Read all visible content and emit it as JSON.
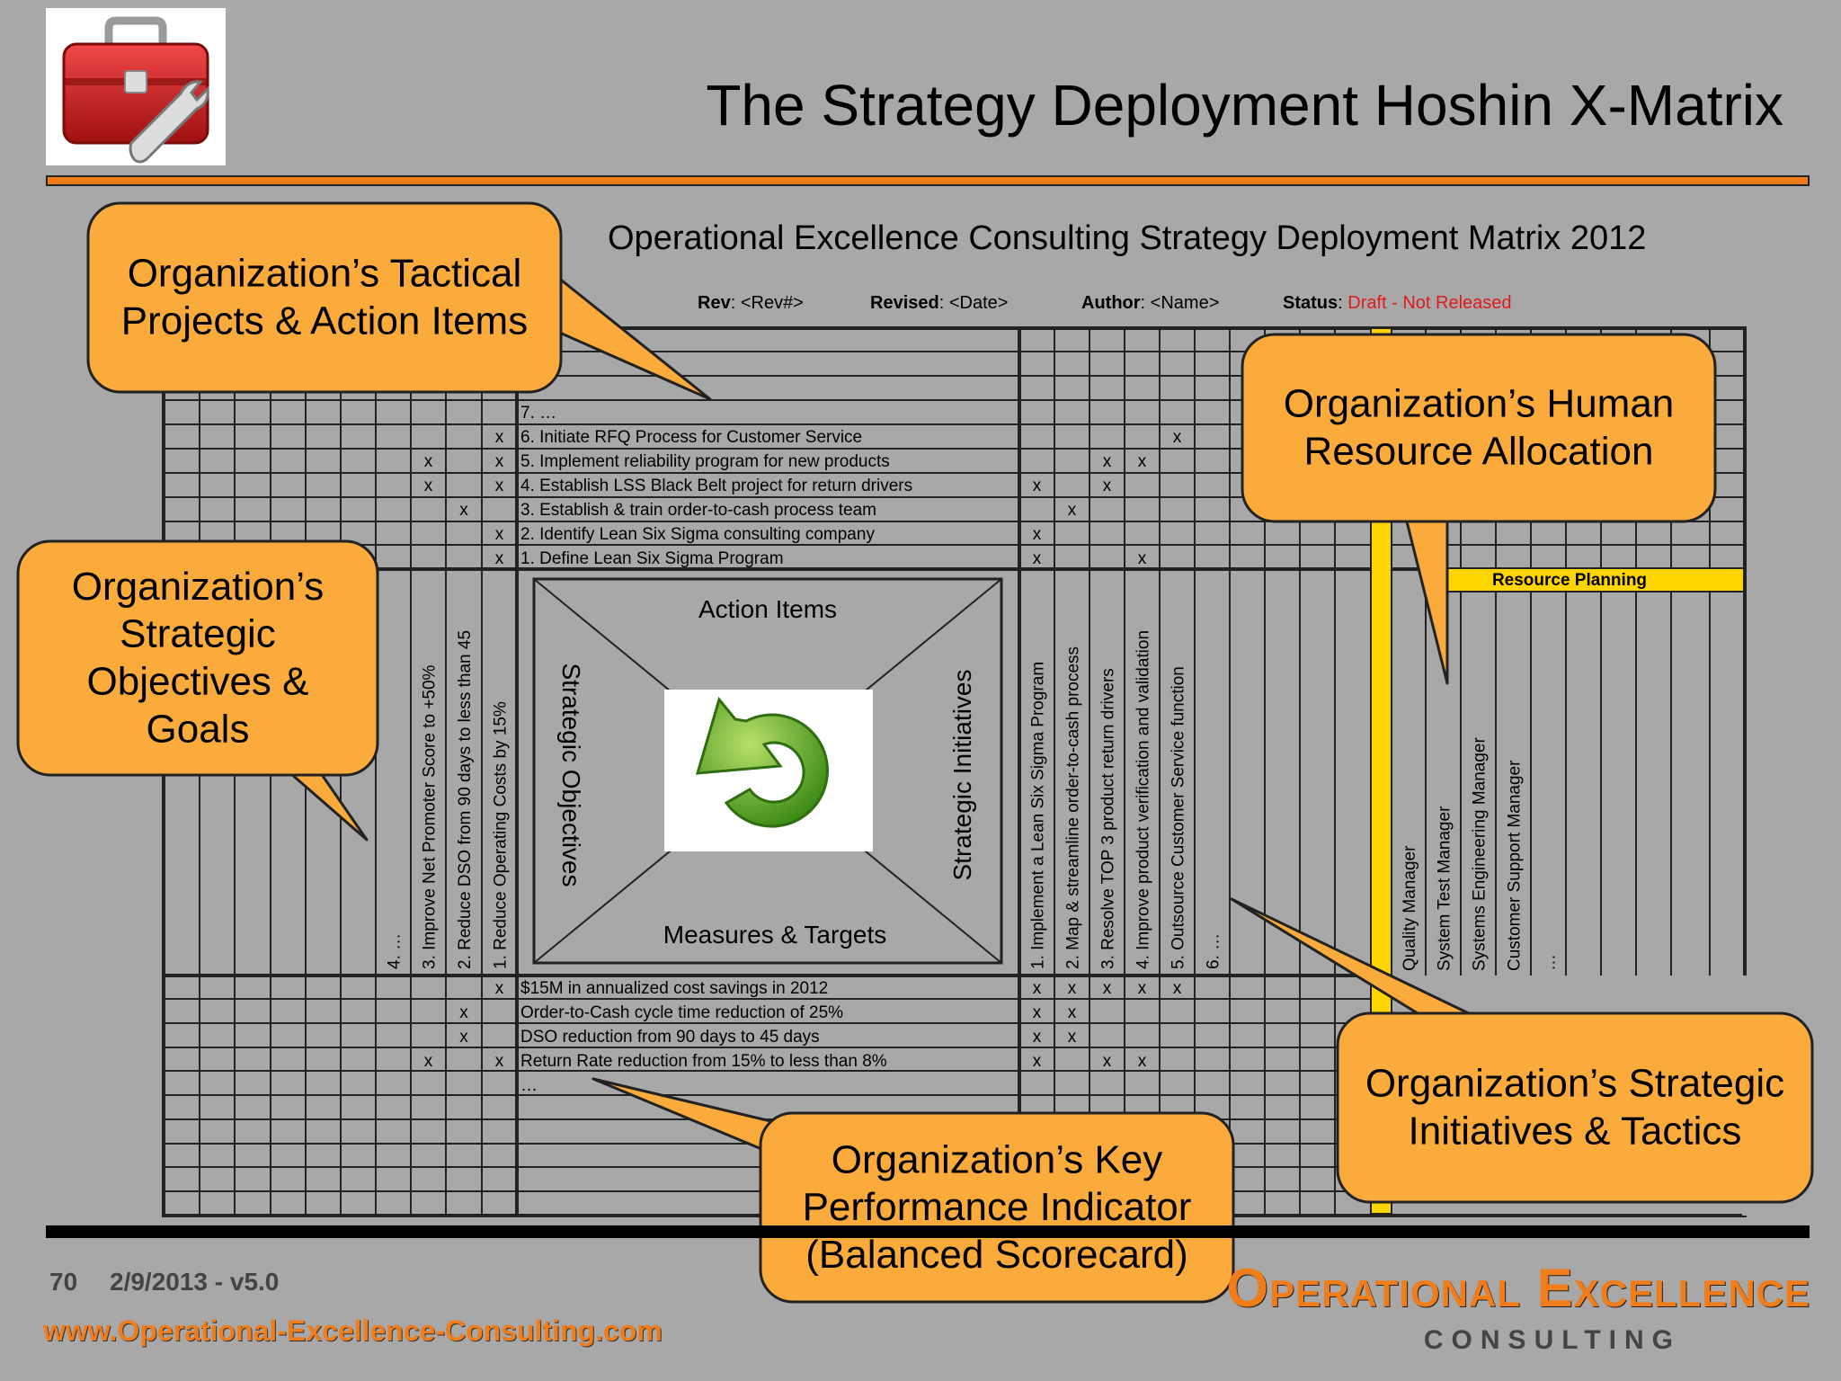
{
  "header": {
    "title": "The Strategy Deployment Hoshin X-Matrix",
    "logo_icon": "toolbox-icon"
  },
  "matrix": {
    "title": "Operational Excellence Consulting Strategy Deployment Matrix 2012",
    "meta": {
      "rev_label": "Rev",
      "rev_value": ": <Rev#>",
      "revised_label": "Revised",
      "revised_value": ": <Date>",
      "author_label": "Author",
      "author_value": ": <Name>",
      "status_label": "Status",
      "status_value": "Draft - Not Released",
      "status_color": "#e01b1b"
    },
    "action_items": [
      "7. …",
      "6. Initiate RFQ Process for Customer Service",
      "5. Implement reliability program for new products",
      "4. Establish LSS Black Belt project for return drivers",
      "3. Establish & train order-to-cash process team",
      "2. Identify Lean Six Sigma consulting company",
      "1. Define Lean Six Sigma Program"
    ],
    "action_marks_left": [
      [
        "",
        "",
        "",
        ""
      ],
      [
        "",
        "",
        "",
        "x"
      ],
      [
        "",
        "x",
        "",
        "x"
      ],
      [
        "",
        "x",
        "",
        "x"
      ],
      [
        "",
        "",
        "x",
        ""
      ],
      [
        "",
        "",
        "",
        "x"
      ],
      [
        "",
        "",
        "",
        "x"
      ]
    ],
    "action_marks_right": [
      [
        "",
        "",
        "",
        "",
        "",
        ""
      ],
      [
        "",
        "",
        "",
        "",
        "x",
        ""
      ],
      [
        "",
        "",
        "x",
        "x",
        "",
        ""
      ],
      [
        "x",
        "",
        "x",
        "",
        "",
        ""
      ],
      [
        "",
        "x",
        "",
        "",
        "",
        ""
      ],
      [
        "x",
        "",
        "",
        "",
        "",
        ""
      ],
      [
        "x",
        "",
        "",
        "x",
        "",
        ""
      ]
    ],
    "strategic_objectives": [
      "4. …",
      "3. Improve Net Promoter Score to +50%",
      "2. Reduce DSO from 90 days to less than 45",
      "1. Reduce Operating Costs by 15%"
    ],
    "strategic_initiatives": [
      "1. Implement a Lean Six Sigma Program",
      "2. Map & streamline order-to-cash process",
      "3. Resolve TOP 3 product return drivers",
      "4. Improve product verification and validation",
      "5. Outsource Customer Service function",
      "6. …"
    ],
    "center": {
      "top": "Action Items",
      "left": "Strategic Objectives",
      "right": "Strategic Initiatives",
      "bottom": "Measures & Targets",
      "icon": "refresh-arrow-icon"
    },
    "measures": [
      "$15M in annualized cost savings in 2012",
      "Order-to-Cash cycle time reduction of 25%",
      "DSO reduction from 90 days to 45 days",
      "Return Rate reduction from 15% to less than 8%",
      "…"
    ],
    "measure_marks_left": [
      [
        "",
        "",
        "",
        "x"
      ],
      [
        "",
        "",
        "x",
        ""
      ],
      [
        "",
        "",
        "x",
        ""
      ],
      [
        "",
        "x",
        "",
        "x"
      ],
      [
        "",
        "",
        "",
        ""
      ]
    ],
    "measure_marks_right": [
      [
        "x",
        "x",
        "x",
        "x",
        "x",
        ""
      ],
      [
        "x",
        "x",
        "",
        "",
        "",
        ""
      ],
      [
        "x",
        "x",
        "",
        "",
        "",
        ""
      ],
      [
        "x",
        "",
        "x",
        "x",
        "",
        ""
      ],
      [
        "",
        "",
        "",
        "",
        "",
        ""
      ]
    ],
    "resource_planning": {
      "header": "Resource Planning",
      "roles": [
        "Quality Manager",
        "System Test Manager",
        "Systems Engineering Manager",
        "Customer Support Manager",
        "…"
      ]
    }
  },
  "callouts": {
    "tactical": "Organization’s Tactical Projects & Action Items",
    "objectives": "Organization’s Strategic Objectives & Goals",
    "hr": "Organization’s Human Resource Allocation",
    "initiatives": "Organization’s Strategic Initiatives & Tactics",
    "kpi": "Organization’s Key Performance Indicator (Balanced Scorecard)"
  },
  "footer": {
    "page": "70",
    "date": "2/9/2013 - v5.0",
    "website": "www.Operational-Excellence-Consulting.com",
    "brand_line1": "Operational Excellence",
    "brand_line2": "CONSULTING"
  },
  "colors": {
    "accent_orange": "#f07d1a",
    "callout_fill": "#fbaa3c",
    "resource_yellow": "#ffd500"
  }
}
